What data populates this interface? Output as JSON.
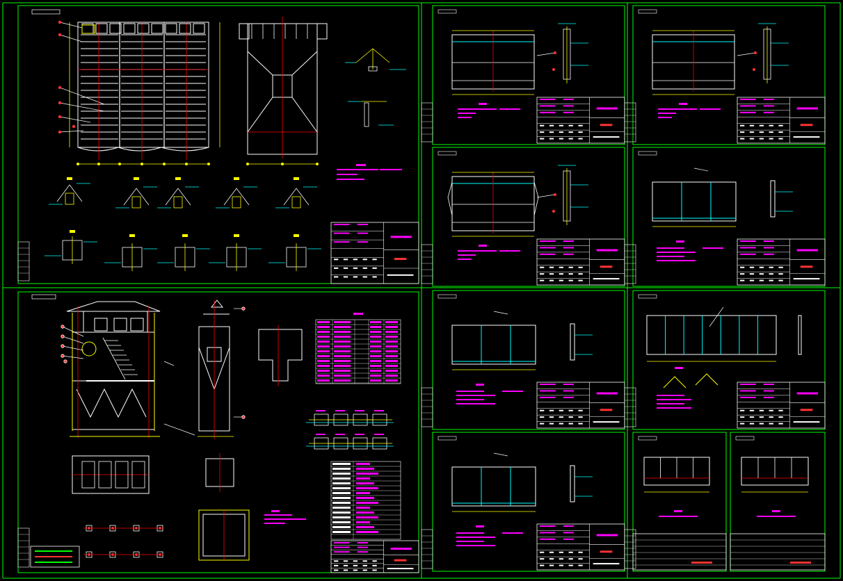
{
  "colors": {
    "background": "#000000",
    "frame": "#00ff00",
    "outline": "#ffff00",
    "center_line": "#ff0000",
    "hatch": "#ffffff",
    "leader": "#ffffff",
    "accent_cyan": "#00ffff",
    "text_magenta": "#ff00ff",
    "note_red": "#ff3333"
  },
  "drawing_set": {
    "sheets": [
      {
        "id": "sheet-1",
        "type": "filter-housing-elevation"
      },
      {
        "id": "sheet-2",
        "type": "side-panel"
      },
      {
        "id": "sheet-3",
        "type": "side-panel"
      },
      {
        "id": "sheet-4",
        "type": "side-panel"
      },
      {
        "id": "sheet-5",
        "type": "side-panel"
      },
      {
        "id": "sheet-6",
        "type": "general-arrangement"
      },
      {
        "id": "sheet-7",
        "type": "partition-panel"
      },
      {
        "id": "sheet-8",
        "type": "partition-panel"
      },
      {
        "id": "sheet-9",
        "type": "partition-panel"
      },
      {
        "id": "sheet-10",
        "type": "small-panel"
      },
      {
        "id": "sheet-11",
        "type": "small-panel"
      }
    ],
    "icons": [
      "leader-line-icon",
      "weld-symbol-icon",
      "section-mark-icon",
      "column-grid-icon"
    ]
  }
}
